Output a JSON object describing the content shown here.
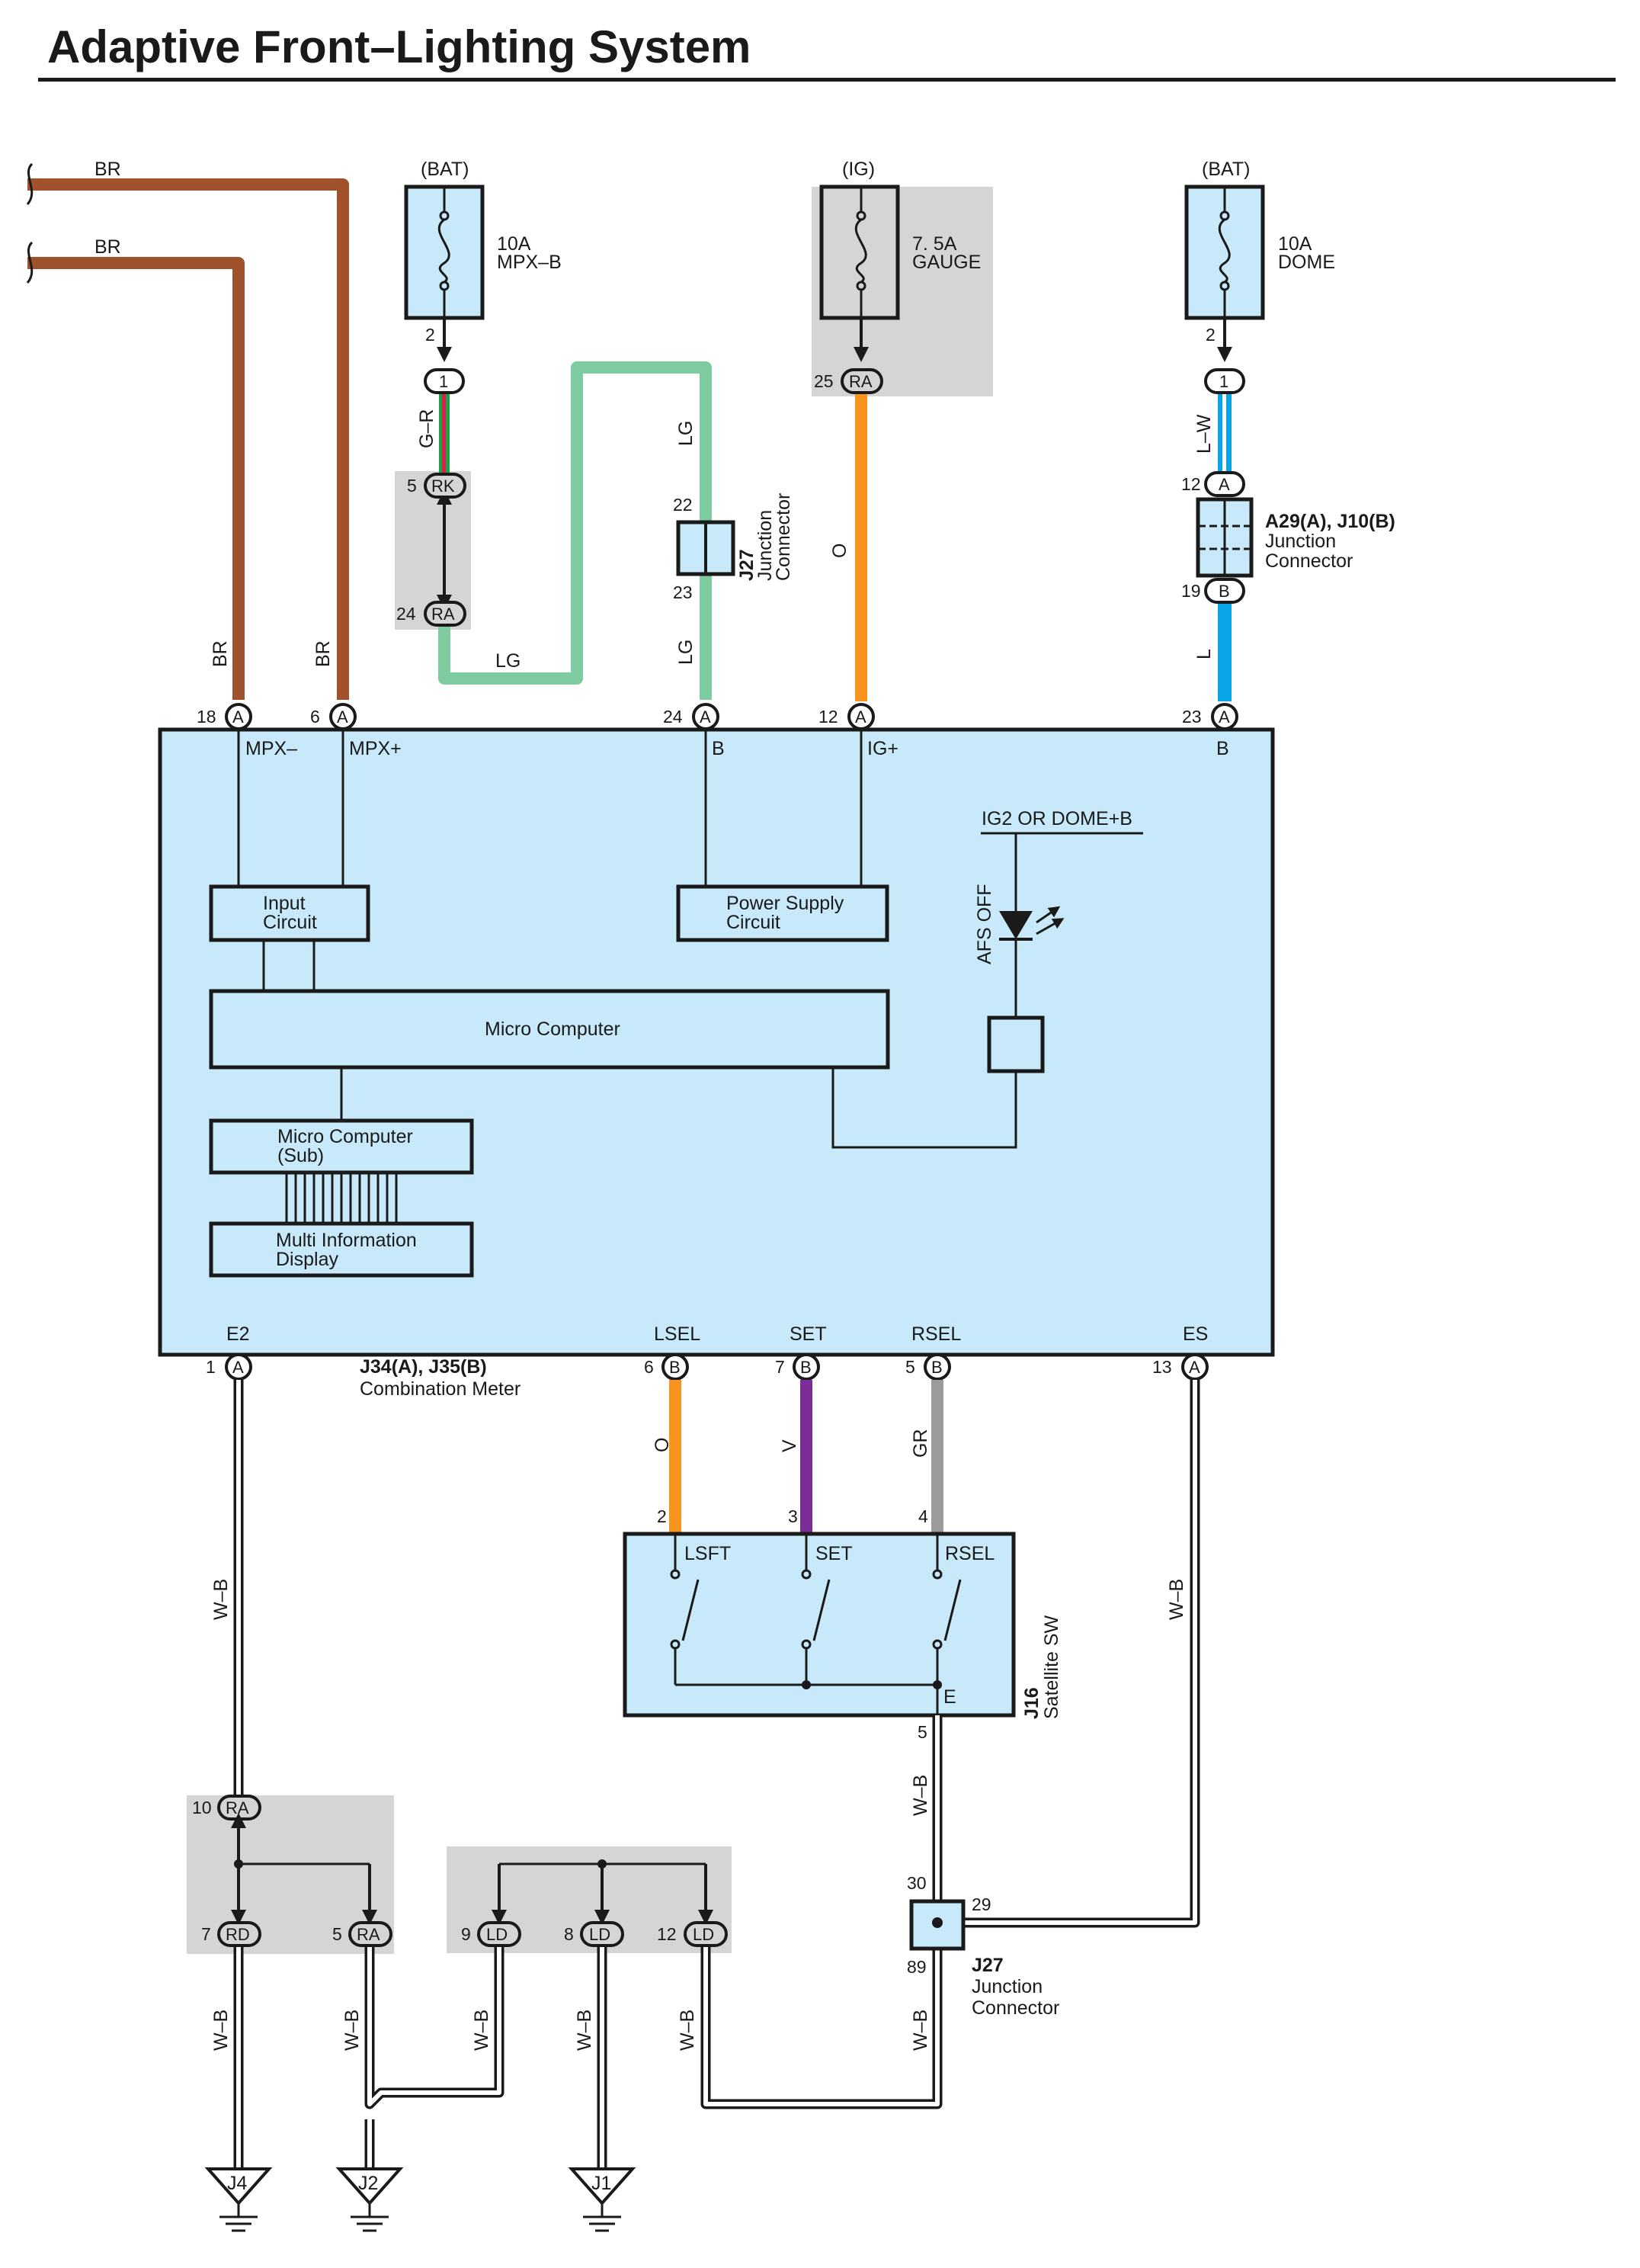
{
  "title": "Adaptive Front–Lighting System",
  "colors": {
    "BR": "#a0522d",
    "LG": "#7ecba0",
    "O": "#f7941d",
    "L": "#0aa5e8",
    "V": "#7a2e95",
    "GR": "#9b9b9b",
    "G": "#16a34a",
    "R": "#e11d48",
    "module_fill": "#c7e9f9",
    "junction_fill": "#d5d5d5",
    "ink": "#1a1a1a"
  },
  "fuses": [
    {
      "source": "(BAT)",
      "rating": "10A",
      "name": "MPX–B",
      "pin": "2",
      "connector": "1"
    },
    {
      "source": "(IG)",
      "rating": "7. 5A",
      "name": "GAUGE",
      "pin": "25",
      "connector": "RA"
    },
    {
      "source": "(BAT)",
      "rating": "10A",
      "name": "DOME",
      "pin": "2",
      "connector": "1"
    }
  ],
  "wire_labels": {
    "br_top": "BR",
    "br_bottom": "BR",
    "br_pin18": "BR",
    "br_pin6": "BR",
    "g_r": "G–R",
    "lg_bottom": "LG",
    "lg_upper": "LG",
    "lg_lower": "LG",
    "o_ig": "O",
    "l_w": "L–W",
    "l": "L",
    "o_lsel": "O",
    "v_set": "V",
    "gr_rsel": "GR",
    "wb_e2": "W–B",
    "wb_es": "W–B",
    "wb_e": "W–B",
    "wb_j4": "W–B",
    "wb_j2": "W–B",
    "wb_9": "W–B",
    "wb_j1": "W–B",
    "wb_12": "W–B",
    "wb_89": "W–B"
  },
  "junction_rk": {
    "pin_top": "5",
    "conn_top": "RK",
    "pin_bottom": "24",
    "conn_bottom": "RA"
  },
  "j27_top": {
    "id": "J27",
    "label": "Junction",
    "label2": "Connector",
    "pin_top": "22",
    "pin_bottom": "23"
  },
  "a29": {
    "id": "A29(A), J10(B)",
    "label": "Junction",
    "label2": "Connector",
    "pin_top": "12",
    "conn_top": "A",
    "pin_bottom": "19",
    "conn_bottom": "B"
  },
  "meter": {
    "id": "J34(A), J35(B)",
    "name": "Combination Meter",
    "top_pins": [
      {
        "pin": "18",
        "conn": "A",
        "label": "MPX–"
      },
      {
        "pin": "6",
        "conn": "A",
        "label": "MPX+"
      },
      {
        "pin": "24",
        "conn": "A",
        "label": "B"
      },
      {
        "pin": "12",
        "conn": "A",
        "label": "IG+"
      },
      {
        "pin": "23",
        "conn": "A",
        "label": "B"
      }
    ],
    "bottom_pins": [
      {
        "pin": "1",
        "conn": "A",
        "label": "E2"
      },
      {
        "pin": "6",
        "conn": "B",
        "label": "LSEL"
      },
      {
        "pin": "7",
        "conn": "B",
        "label": "SET"
      },
      {
        "pin": "5",
        "conn": "B",
        "label": "RSEL"
      },
      {
        "pin": "13",
        "conn": "A",
        "label": "ES"
      }
    ],
    "input_circuit": {
      "line1": "Input",
      "line2": "Circuit"
    },
    "power_supply": {
      "line1": "Power Supply",
      "line2": "Circuit"
    },
    "micro_computer": "Micro Computer",
    "micro_sub": {
      "line1": "Micro Computer",
      "line2": "(Sub)"
    },
    "mid": {
      "line1": "Multi Information",
      "line2": "Display"
    },
    "ig2_label": "IG2 OR DOME+B",
    "afs_off": "AFS OFF"
  },
  "satellite_sw": {
    "id": "J16",
    "name": "Satellite SW",
    "pins": [
      "2",
      "3",
      "4"
    ],
    "switches": [
      "LSFT",
      "SET",
      "RSEL"
    ],
    "e_label": "E",
    "e_pin": "5"
  },
  "j27_bottom": {
    "id": "J27",
    "label": "Junction",
    "label2": "Connector",
    "pin_top": "30",
    "pin_right": "29",
    "pin_bottom": "89"
  },
  "junction_ra": {
    "pin_top": "10",
    "conn_top": "RA",
    "pins": [
      {
        "pin": "7",
        "conn": "RD"
      },
      {
        "pin": "5",
        "conn": "RA"
      }
    ]
  },
  "junction_ld": {
    "pins": [
      {
        "pin": "9",
        "conn": "LD"
      },
      {
        "pin": "8",
        "conn": "LD"
      },
      {
        "pin": "12",
        "conn": "LD"
      }
    ]
  },
  "grounds": [
    "J4",
    "J2",
    "J1"
  ]
}
